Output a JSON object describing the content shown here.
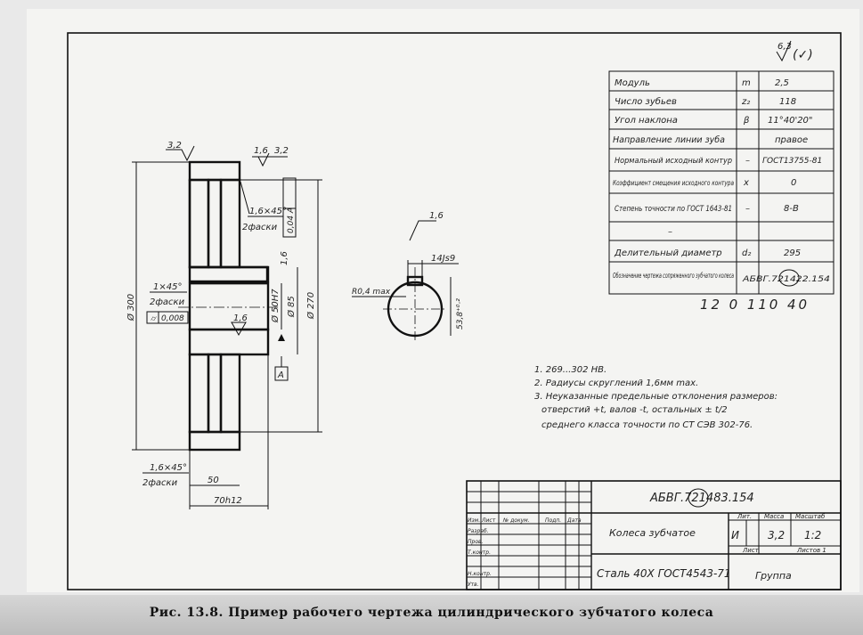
{
  "caption": "Рис. 13.8. Пример рабочего чертежа цилиндрического зубчатого колеса",
  "roughness_general": {
    "value": "6,3",
    "extra": "(✓)"
  },
  "params_table": [
    {
      "name": "Модуль",
      "symbol": "m",
      "value": "2,5"
    },
    {
      "name": "Число зубьев",
      "symbol": "z₂",
      "value": "118"
    },
    {
      "name": "Угол наклона",
      "symbol": "β",
      "value": "11°40'20\""
    },
    {
      "name": "Направление линии зуба",
      "symbol": "",
      "value": "правое"
    },
    {
      "name": "Нормальный исходный контур",
      "symbol": "–",
      "value": "ГОСТ13755-81"
    },
    {
      "name": "Коэффициент смещения исходного контура",
      "symbol": "x",
      "value": "0"
    },
    {
      "name": "Степень точности по ГОСТ 1643-81",
      "symbol": "–",
      "value": "8-В"
    },
    {
      "name": "–",
      "symbol": "",
      "value": ""
    },
    {
      "name": "Делительный диаметр",
      "symbol": "d₂",
      "value": "295"
    },
    {
      "name": "Обозначение чертежа сопряженного зубчатого колеса",
      "symbol": "",
      "value": "АБВГ.721422.154"
    }
  ],
  "handwritten_note": "12 0 110 40",
  "dimensions": {
    "d300": "Ø 300",
    "d270": "Ø 270",
    "d85": "Ø 85",
    "d50": "Ø 50H7",
    "w50": "50",
    "w70": "70h12",
    "chamfer1": "1,6×45°",
    "chamfer1b": "2фаски",
    "chamfer2": "1×45°",
    "chamfer2b": "2фаски",
    "chamfer3": "1,6×45°",
    "chamfer3b": "2фаски",
    "rough1": "3,2",
    "rough2": "1,6",
    "rough3": "3,2",
    "rough4": "1,6",
    "rough5": "1,6",
    "tol_runout": "0,04 A",
    "tol_cyl": "0,008",
    "datum": "A",
    "keyway_width": "14Js9",
    "keyway_depth": "53,8⁺⁰·²",
    "keyway_radius": "R0,4 max",
    "keyway_rough": "1,6"
  },
  "notes": [
    "1. 269...302 HB.",
    "2. Радиусы скруглений 1,6мм max.",
    "3. Неуказанные предельные отклонения размеров:",
    "отверстий +t, валов -t, остальных ± t/2",
    "среднего класса точности по СТ СЭВ 302-76."
  ],
  "title_block": {
    "designation": "АБВГ.721483.154",
    "part_name": "Колеса зубчатое",
    "material": "Сталь 40Х ГОСТ4543-71",
    "group": "Группа",
    "lit_label": "Лит.",
    "mass_label": "Масса",
    "scale_label": "Масштаб",
    "lit": "И",
    "mass": "3,2",
    "scale": "1:2",
    "sheet_label": "Лист",
    "sheets_label": "Листов 1",
    "rows": [
      "Изм.",
      "Лист",
      "№ докум.",
      "Подп.",
      "Дата",
      "Разраб.",
      "Пров.",
      "Т.контр.",
      "Н.контр.",
      "Утв."
    ]
  }
}
